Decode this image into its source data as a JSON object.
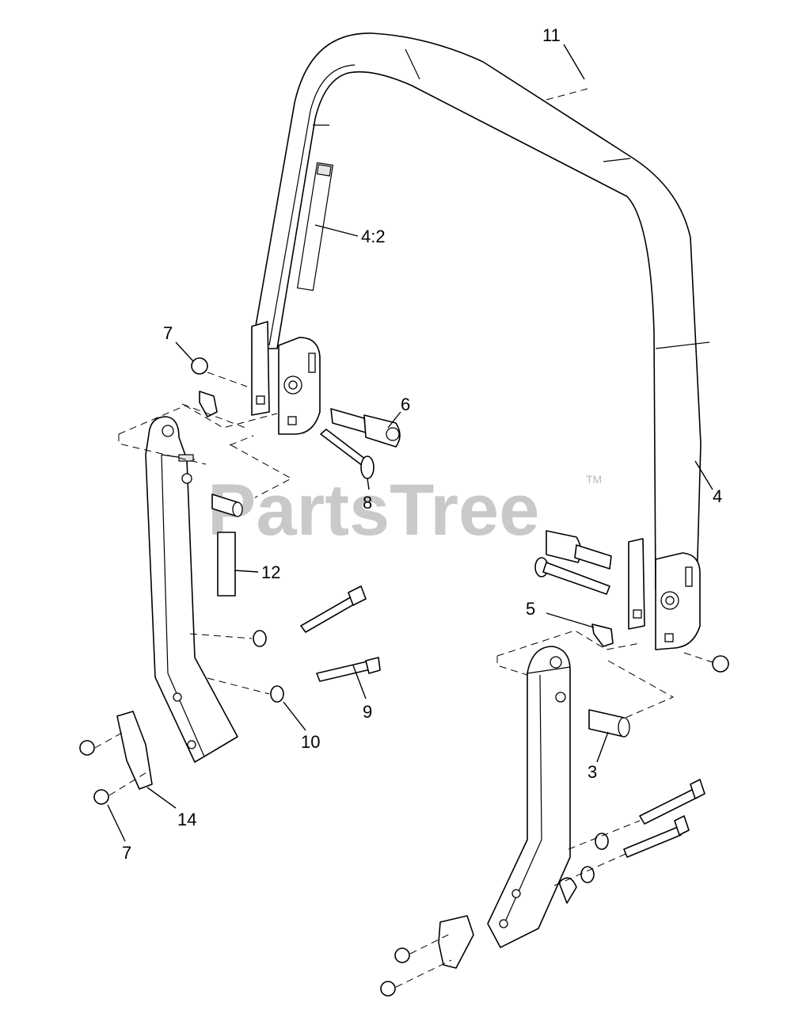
{
  "watermark": {
    "text": "PartsTree",
    "trademark": "TM"
  },
  "callouts": [
    {
      "id": "c11",
      "label": "11"
    },
    {
      "id": "c4-2",
      "label": "4:2"
    },
    {
      "id": "c7-top",
      "label": "7"
    },
    {
      "id": "c6",
      "label": "6"
    },
    {
      "id": "c8",
      "label": "8"
    },
    {
      "id": "c4",
      "label": "4"
    },
    {
      "id": "c12",
      "label": "12"
    },
    {
      "id": "c5",
      "label": "5"
    },
    {
      "id": "c9",
      "label": "9"
    },
    {
      "id": "c10",
      "label": "10"
    },
    {
      "id": "c3",
      "label": "3"
    },
    {
      "id": "c14",
      "label": "14"
    },
    {
      "id": "c7-bottom",
      "label": "7"
    }
  ]
}
